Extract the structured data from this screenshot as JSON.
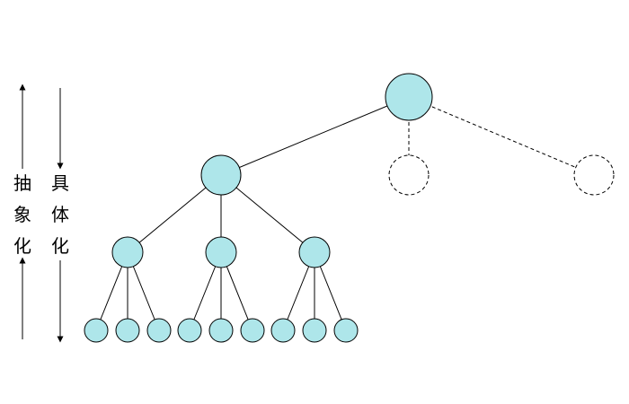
{
  "labels": {
    "abstraction": "抽\n象\n化",
    "concretization": "具\n体\n化"
  },
  "colors": {
    "node_fill": "#aee6ea",
    "stroke": "#000000"
  },
  "tree": {
    "root": {
      "children": [
        "l1",
        "hidden-1",
        "hidden-2"
      ]
    },
    "l1": {
      "children": [
        "l2-a",
        "l2-b",
        "l2-c"
      ]
    },
    "l2-a": {
      "children": [
        "leaf-1",
        "leaf-2",
        "leaf-3"
      ]
    },
    "l2-b": {
      "children": [
        "leaf-4",
        "leaf-5",
        "leaf-6"
      ]
    },
    "l2-c": {
      "children": [
        "leaf-7",
        "leaf-8",
        "leaf-9"
      ]
    }
  }
}
